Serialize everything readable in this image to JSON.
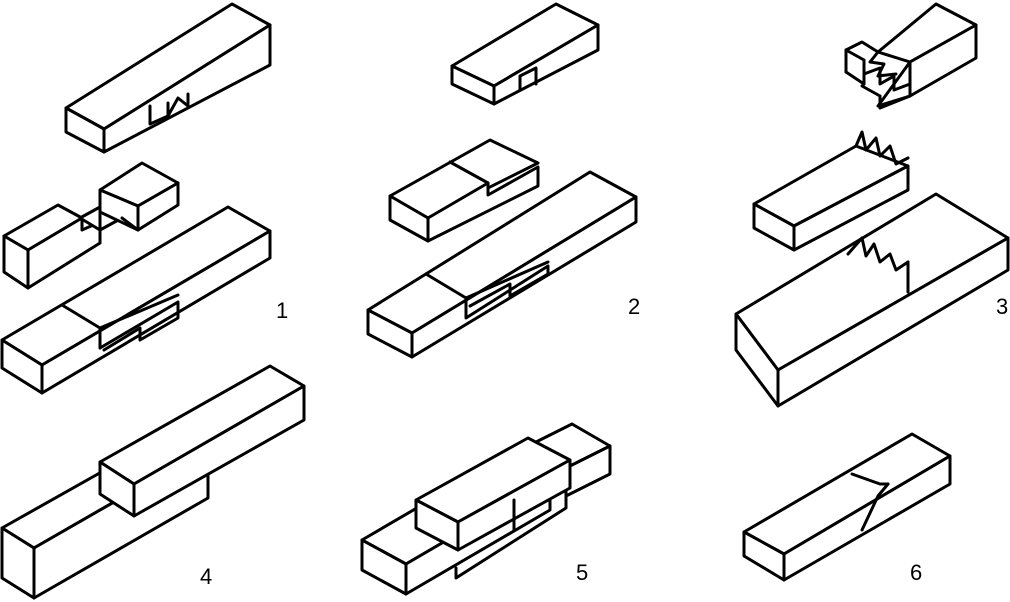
{
  "labels": {
    "joint1": "1",
    "joint2": "2",
    "joint3": "3",
    "joint4": "4",
    "joint5": "5",
    "joint6": "6"
  }
}
